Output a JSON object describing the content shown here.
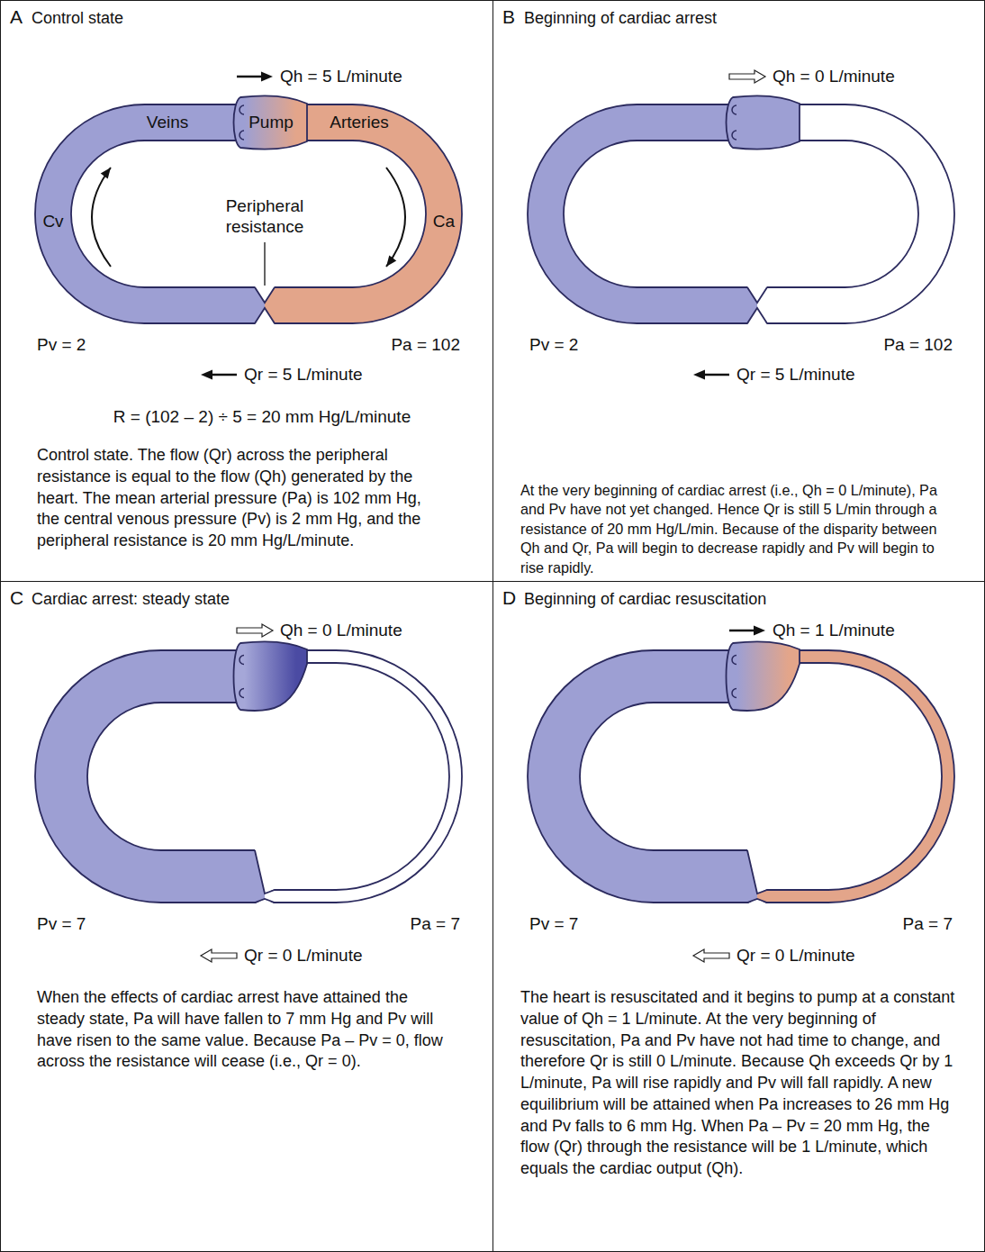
{
  "diagram": {
    "nodes": [
      {
        "text": [
          "A",
          "Control state",
          "Control state. The flow (Qr) across the peripheral resistance is equal to the flow (Qh) generated by the heart. The mean arterial pressure (Pa) is 102 mm Hg, the central venous pressure (Pv) is 2 mm Hg, and the peripheral resistance is 20 mm Hg/L/minute."
        ]
      },
      {
        "text": [
          "B",
          "Beginning of cardiac arrest",
          "At the very beginning of cardiac arrest (i.e., Qh = 0 L/minute), Pa and Pv have not yet changed. Hence Qr is still 5 L/min through a resistance of 20 mm Hg/L/min. Because of the disparity between Qh and Qr, Pa will begin to decrease rapidly and Pv will begin to rise rapidly."
        ]
      },
      {
        "text": [
          "C",
          "Cardiac arrest: steady state",
          "When the effects of cardiac arrest have attained the steady state, Pa will have fallen to 7 mm Hg and Pv will have risen to the same value. Because Pa – Pv = 0, flow across the resistance will cease (i.e., Qr = 0)."
        ]
      },
      {
        "text": [
          "D",
          "Beginning of cardiac resuscitation",
          "The heart is resuscitated and it begins to pump at a constant value of Qh = 1 L/minute. At the very beginning of resuscitation, Pa and Pv have not had time to change, and therefore Qr is still 0 L/minute. Because Qh exceeds Qr by 1 L/minute, Pa will rise rapidly and Pv will fall rapidly. A new equilibrium will be attained when Pa increases to 26 mm Hg and Pv falls to 6 mm Hg. When Pa – Pv = 20 mm Hg, the flow (Qr) through the resistance will be 1 L/minute, which equals the cardiac output (Qh)."
        ]
      }
    ],
    "labels": [
      "Qh = 5 L/minute",
      "Veins",
      "Pump",
      "Arteries",
      "Cv",
      "Ca",
      "Peripheral resistance",
      "Pv = 2",
      "Pa = 102",
      "Qr = 5 L/minute",
      "R = (102 – 2) ÷ 5 = 20 mm Hg/L/minute",
      "Qh = 0 L/minute",
      "Pv = 2",
      "Pa = 102",
      "Qr = 5 L/minute",
      "Qh = 0 L/minute",
      "Pv = 7",
      "Pa = 7",
      "Qr = 0 L/minute",
      "Qh = 1 L/minute",
      "Pv = 7",
      "Pa = 7",
      "Qr = 0 L/minute"
    ]
  }
}
